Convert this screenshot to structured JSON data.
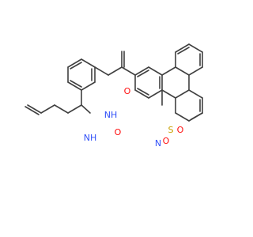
{
  "molecule": {
    "atoms": [
      {
        "id": "n_amide_left",
        "label": "NH",
        "color": "#3050f8"
      },
      {
        "id": "o_amide_left",
        "label": "O",
        "color": "#ff0d0d"
      },
      {
        "id": "n_amide_right",
        "label": "NH",
        "color": "#3050f8"
      },
      {
        "id": "o_amide_right",
        "label": "O",
        "color": "#ff0d0d"
      },
      {
        "id": "s_sulfonyl",
        "label": "S",
        "color": "#c8a000"
      },
      {
        "id": "o_sulfonyl_1",
        "label": "O",
        "color": "#ff0d0d"
      },
      {
        "id": "o_sulfonyl_2",
        "label": "O",
        "color": "#ff0d0d"
      },
      {
        "id": "n_ring",
        "label": "N",
        "color": "#3050f8"
      }
    ],
    "bond_color": "#404040"
  }
}
